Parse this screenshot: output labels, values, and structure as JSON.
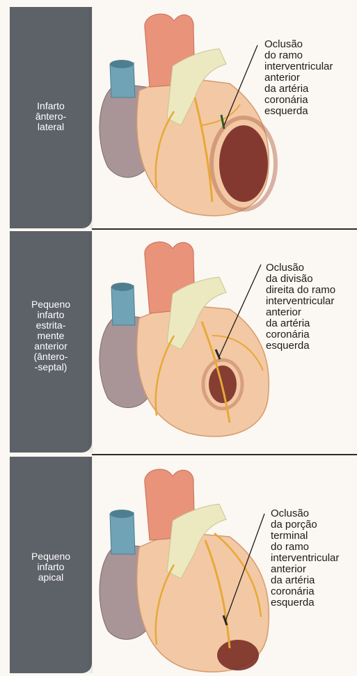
{
  "panels": [
    {
      "label_lines": [
        "Infarto",
        "ântero-",
        "lateral"
      ],
      "callout_lines": [
        "Oclusão",
        "do ramo",
        "interventricular",
        "anterior",
        "da artéria",
        "coronária",
        "esquerda"
      ]
    },
    {
      "label_lines": [
        "Pequeno",
        "infarto",
        "estrita-",
        "mente",
        "anterior",
        "(ântero-",
        "-septal)"
      ],
      "callout_lines": [
        "Oclusão",
        "da divisão",
        "direita do ramo",
        "interventricular",
        "anterior",
        "da artéria",
        "coronária",
        "esquerda"
      ]
    },
    {
      "label_lines": [
        "Pequeno",
        "infarto",
        "apical"
      ],
      "callout_lines": [
        "Oclusão",
        "da porção",
        "terminal",
        "do ramo",
        "interventricular",
        "anterior",
        "da artéria",
        "coronária",
        "esquerda"
      ]
    }
  ],
  "colors": {
    "sidebar": "#5d6168",
    "heart_body": "#f2c9a4",
    "aorta": "#e9937a",
    "pulmonary": "#ece9c0",
    "vena_cava": "#6fa3b5",
    "atrium": "#a99498",
    "infarct": "#7a2d26"
  }
}
